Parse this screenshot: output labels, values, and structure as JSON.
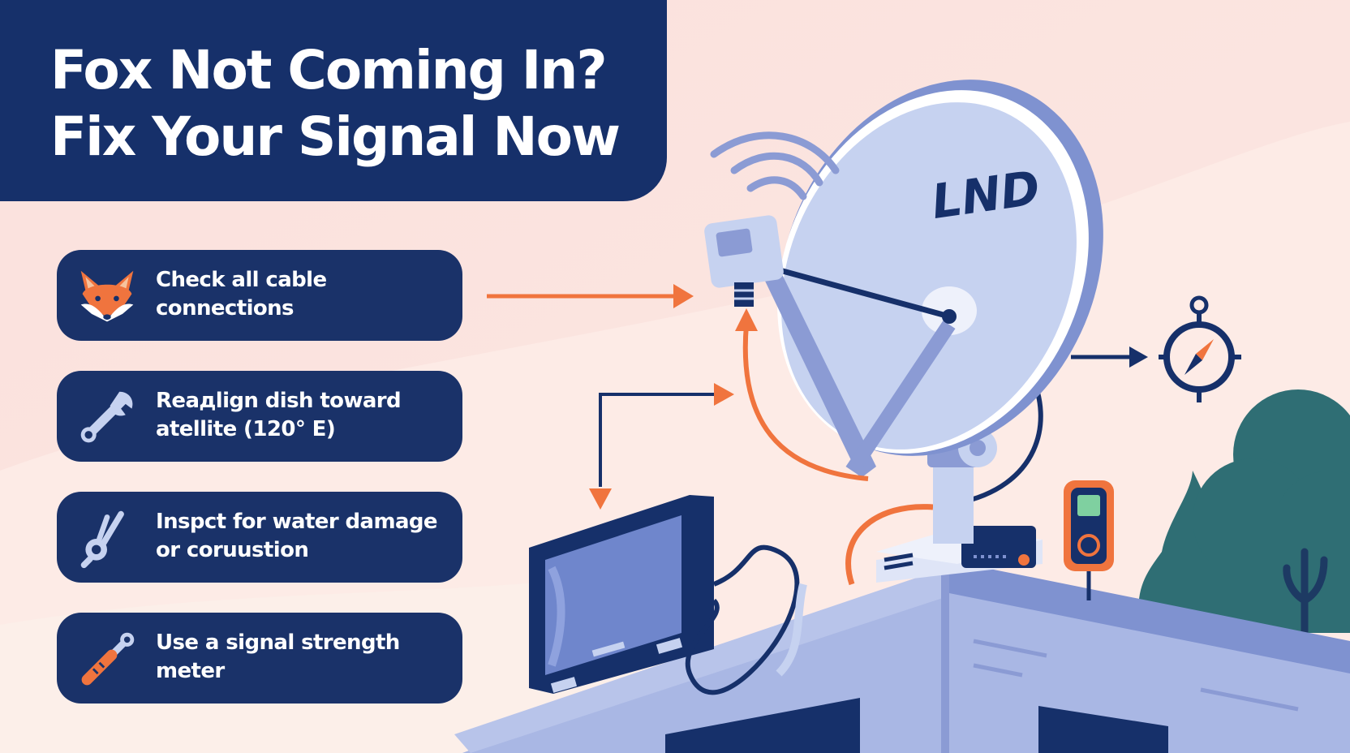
{
  "title": {
    "line1": "Fox Not Coming In?",
    "line2": "Fix Your Signal Now"
  },
  "steps": [
    {
      "icon": "fox-icon",
      "line1": "Check all cable",
      "line2": "connections"
    },
    {
      "icon": "wrench-icon",
      "line1": "Reaдlign dish toward",
      "line2": "atellite (120° E)"
    },
    {
      "icon": "pliers-icon",
      "line1": "Inspct for water damage",
      "line2": "or coruustion"
    },
    {
      "icon": "screwdriver-icon",
      "line1": "Use a signal strength",
      "line2": "meter"
    }
  ],
  "dish": {
    "label": "LND"
  },
  "meter": {
    "icon": "signal-meter-icon"
  },
  "compass": {
    "icon": "compass-icon"
  },
  "colors": {
    "navy": "#16306a",
    "accent_orange": "#f0743e",
    "dish_blue": "#c6d2f0",
    "tree_teal": "#2f6e74",
    "background": "#fbe3df"
  }
}
